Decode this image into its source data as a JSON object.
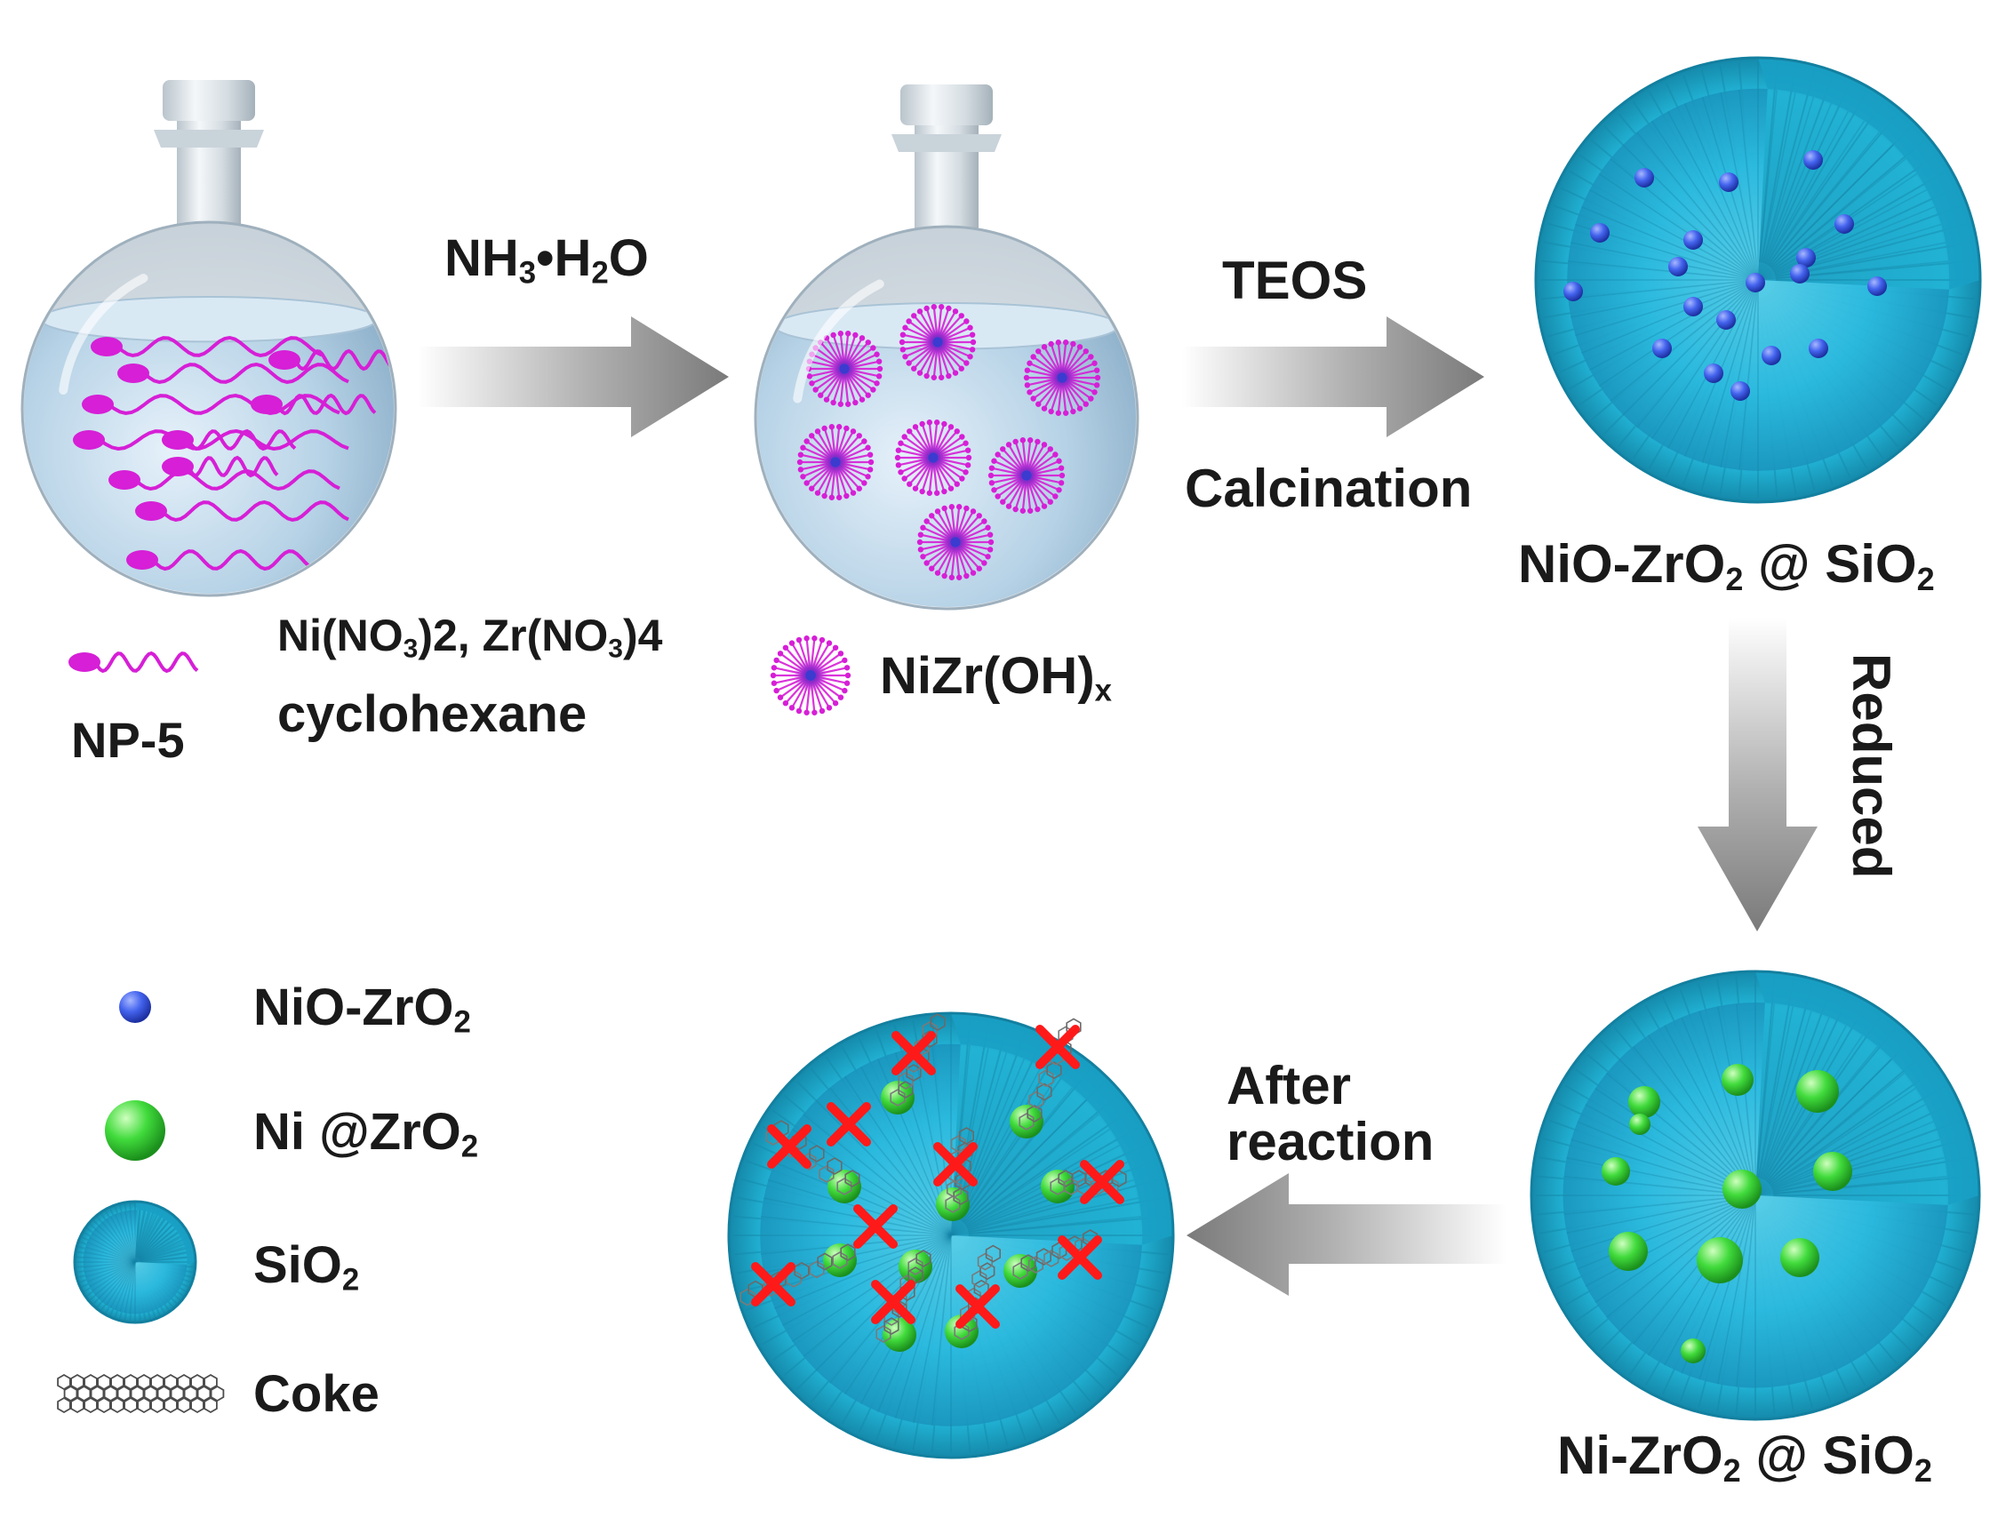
{
  "labels": {
    "reagent1": [
      "NH",
      "3",
      "•H",
      "2",
      "O"
    ],
    "reagent2": "TEOS",
    "step2": "Calcination",
    "product1": [
      "NiO-ZrO",
      "2",
      " @ SiO",
      "2"
    ],
    "step3": "Reduced",
    "product2": [
      "Ni-ZrO",
      "2",
      " @ SiO",
      "2"
    ],
    "step4_line1": "After",
    "step4_line2": "reaction",
    "np5": "NP-5",
    "salts": [
      "Ni(NO",
      "3",
      ")2, Zr(NO",
      "3",
      ")4"
    ],
    "solvent": "cyclohexane",
    "micelle": [
      "NiZr(OH)",
      "x"
    ]
  },
  "legend": [
    {
      "icon": "blue-sphere-icon",
      "parts": [
        "NiO-ZrO",
        "2"
      ]
    },
    {
      "icon": "green-sphere-icon",
      "parts": [
        "Ni @ZrO",
        "2"
      ]
    },
    {
      "icon": "silica-sphere-icon",
      "parts": [
        "SiO",
        "2"
      ]
    },
    {
      "icon": "coke-icon",
      "parts": [
        "Coke"
      ]
    }
  ],
  "colors": {
    "surfactant": "#d61fd6",
    "nio_zro2": "#3d5ee8",
    "ni_zro2": "#3fd93f",
    "silica": "#22b3d6",
    "silica_dark": "#1587a8",
    "coke_mark": "#ff1a1a",
    "arrow": "#8a8a8a"
  }
}
